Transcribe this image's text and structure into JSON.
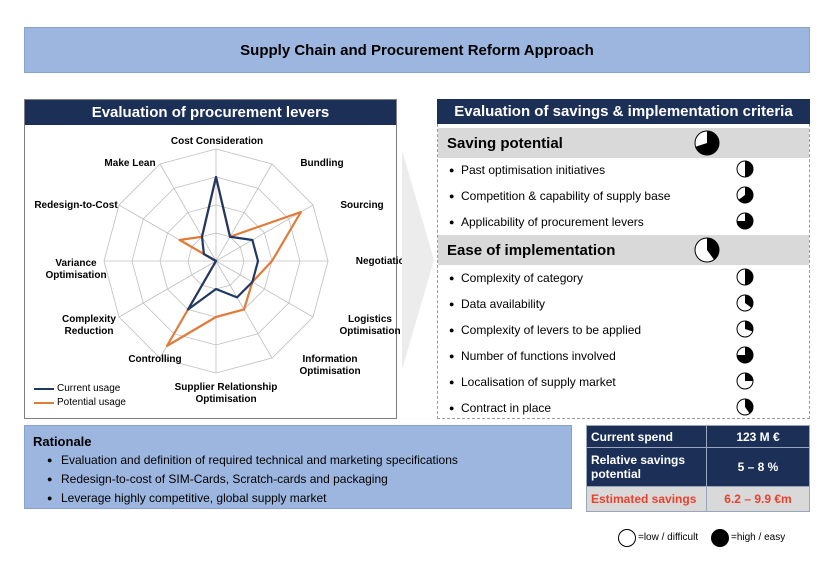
{
  "title": "Supply Chain and Procurement Reform Approach",
  "left_panel": {
    "header": "Evaluation of procurement levers"
  },
  "right_panel": {
    "header": "Evaluation of savings & implementation criteria",
    "sections": [
      {
        "label": "Saving potential",
        "level": 0.7,
        "criteria": [
          {
            "label": "Past optimisation initiatives",
            "level": 0.5
          },
          {
            "label": "Competition & capability of supply base",
            "level": 0.65
          },
          {
            "label": "Applicability of procurement levers",
            "level": 0.75
          }
        ]
      },
      {
        "label": "Ease of implementation",
        "level": 0.4,
        "criteria": [
          {
            "label": "Complexity of category",
            "level": 0.5
          },
          {
            "label": "Data availability",
            "level": 0.35
          },
          {
            "label": "Complexity of levers to be applied",
            "level": 0.3
          },
          {
            "label": "Number of functions involved",
            "level": 0.75
          },
          {
            "label": "Localisation of supply market",
            "level": 0.25
          },
          {
            "label": "Contract in place",
            "level": 0.4
          }
        ]
      }
    ]
  },
  "rationale": {
    "title": "Rationale",
    "items": [
      "Evaluation and definition of required technical and marketing specifications",
      "Redesign-to-cost of SIM-Cards, Scratch-cards and packaging",
      "Leverage highly competitive, global supply market"
    ]
  },
  "spend_table": {
    "rows": [
      {
        "label": "Current spend",
        "value": "123 M €"
      },
      {
        "label": "Relative savings potential",
        "value": "5 – 8 %"
      },
      {
        "label": "Estimated savings",
        "value": "6.2 – 9.9 €m"
      }
    ]
  },
  "key": {
    "low": "=low / difficult",
    "high": "=high / easy"
  },
  "colors": {
    "navy": "#1c2f57",
    "current": "#1f3864",
    "potential": "#e07b39",
    "banner": "#9db6df",
    "highlight": "#e8412c"
  },
  "chart_data": {
    "type": "radar",
    "axes": [
      "Cost Consideration",
      "Bundling",
      "Sourcing",
      "Negotiations",
      "Logistics Optimisation",
      "Information Optimisation",
      "Supplier Relationship Optimisation",
      "Controlling",
      "Complexity Reduction",
      "Variance Optimisation",
      "Redesign-to-Cost",
      "Make Lean"
    ],
    "range": [
      0,
      4
    ],
    "legend": "bottom-left",
    "series": [
      {
        "name": "Current usage",
        "values": [
          3.0,
          1.0,
          1.5,
          1.5,
          1.5,
          1.5,
          1.0,
          2.0,
          0,
          0,
          0.5,
          1.0
        ]
      },
      {
        "name": "Potential usage",
        "values": [
          3.0,
          1.0,
          3.5,
          2.0,
          1.5,
          2.0,
          2.0,
          3.5,
          0,
          0,
          1.5,
          1.0
        ]
      }
    ]
  }
}
